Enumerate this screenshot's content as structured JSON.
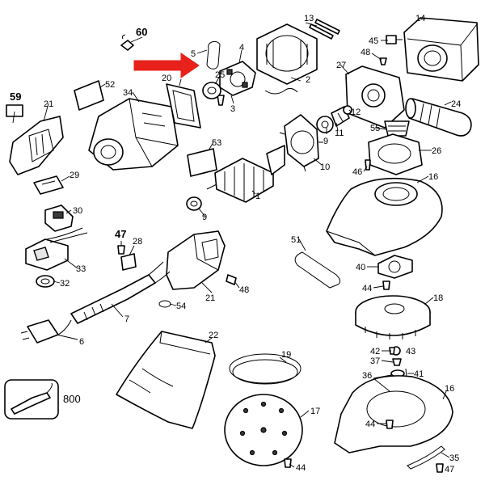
{
  "diagram": {
    "colors": {
      "line": "#000000",
      "fill": "#ffffff",
      "shade": "#e6e6e6",
      "arrow": "#e8211b"
    },
    "callouts": {
      "c1": "1",
      "c2": "2",
      "c3": "3",
      "c4": "4",
      "c5": "5",
      "c6": "6",
      "c7": "7",
      "c9": "9",
      "c10": "10",
      "c11": "11",
      "c12": "12",
      "c13": "13",
      "c14": "14",
      "c16a": "16",
      "c16b": "16",
      "c17": "17",
      "c18": "18",
      "c19": "19",
      "c20": "20",
      "c21a": "21",
      "c21b": "21",
      "c22": "22",
      "c24": "24",
      "c25": "25",
      "c26": "26",
      "c27": "27",
      "c28": "28",
      "c29": "29",
      "c30": "30",
      "c32": "32",
      "c33": "33",
      "c34": "34",
      "c35": "35",
      "c36": "36",
      "c37": "37",
      "c40": "40",
      "c41": "41",
      "c42": "42",
      "c43": "43",
      "c44a": "44",
      "c44b": "44",
      "c44c": "44",
      "c45": "45",
      "c46": "46",
      "c47a": "47",
      "c47b": "47",
      "c48a": "48",
      "c48b": "48",
      "c51": "51",
      "c52": "52",
      "c53": "53",
      "c54": "54",
      "c55": "55",
      "c59": "59",
      "c60": "60",
      "c800": "800"
    }
  }
}
